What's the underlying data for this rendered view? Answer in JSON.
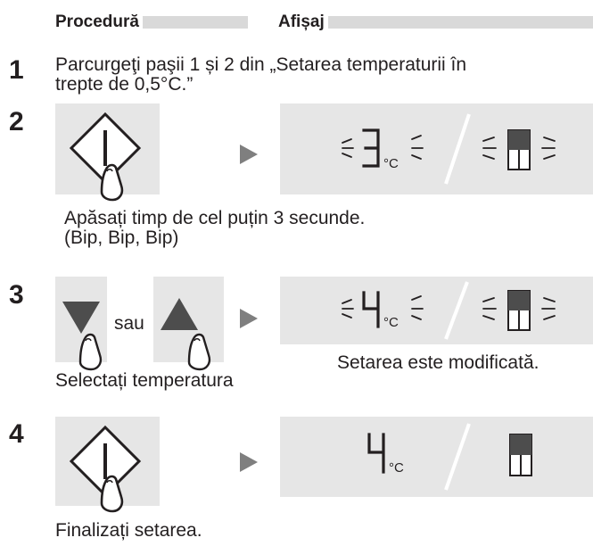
{
  "header": {
    "procedure_label": "Procedură",
    "display_label": "Afișaj"
  },
  "steps": [
    {
      "number": "1",
      "text_line1": "Parcurgeţi paşii 1 și 2 din „Setarea temperaturii în",
      "text_line2": "trepte de 0,5°C.”"
    },
    {
      "number": "2",
      "display_digit": "3",
      "display_unit": "°C",
      "caption_line1": "Apăsați timp de cel puțin 3 secunde.",
      "caption_line2": "(Bip, Bip, Bip)"
    },
    {
      "number": "3",
      "sau_label": "sau",
      "display_digit": "4",
      "display_unit": "°C",
      "caption_left": "Selectați temperatura",
      "caption_right": "Setarea este modificată."
    },
    {
      "number": "4",
      "display_digit": "4",
      "display_unit": "°C",
      "caption": "Finalizați setarea."
    }
  ],
  "colors": {
    "panel": "#e6e6e6",
    "header_bar": "#d9d9d9",
    "arrow": "#7f7f7f",
    "ink": "#231f20"
  },
  "icons": [
    "power-button-icon",
    "finger-press-icon",
    "down-triangle-button-icon",
    "up-triangle-button-icon",
    "play-arrow-icon",
    "blink-rays-icon",
    "level-indicator-icon"
  ]
}
